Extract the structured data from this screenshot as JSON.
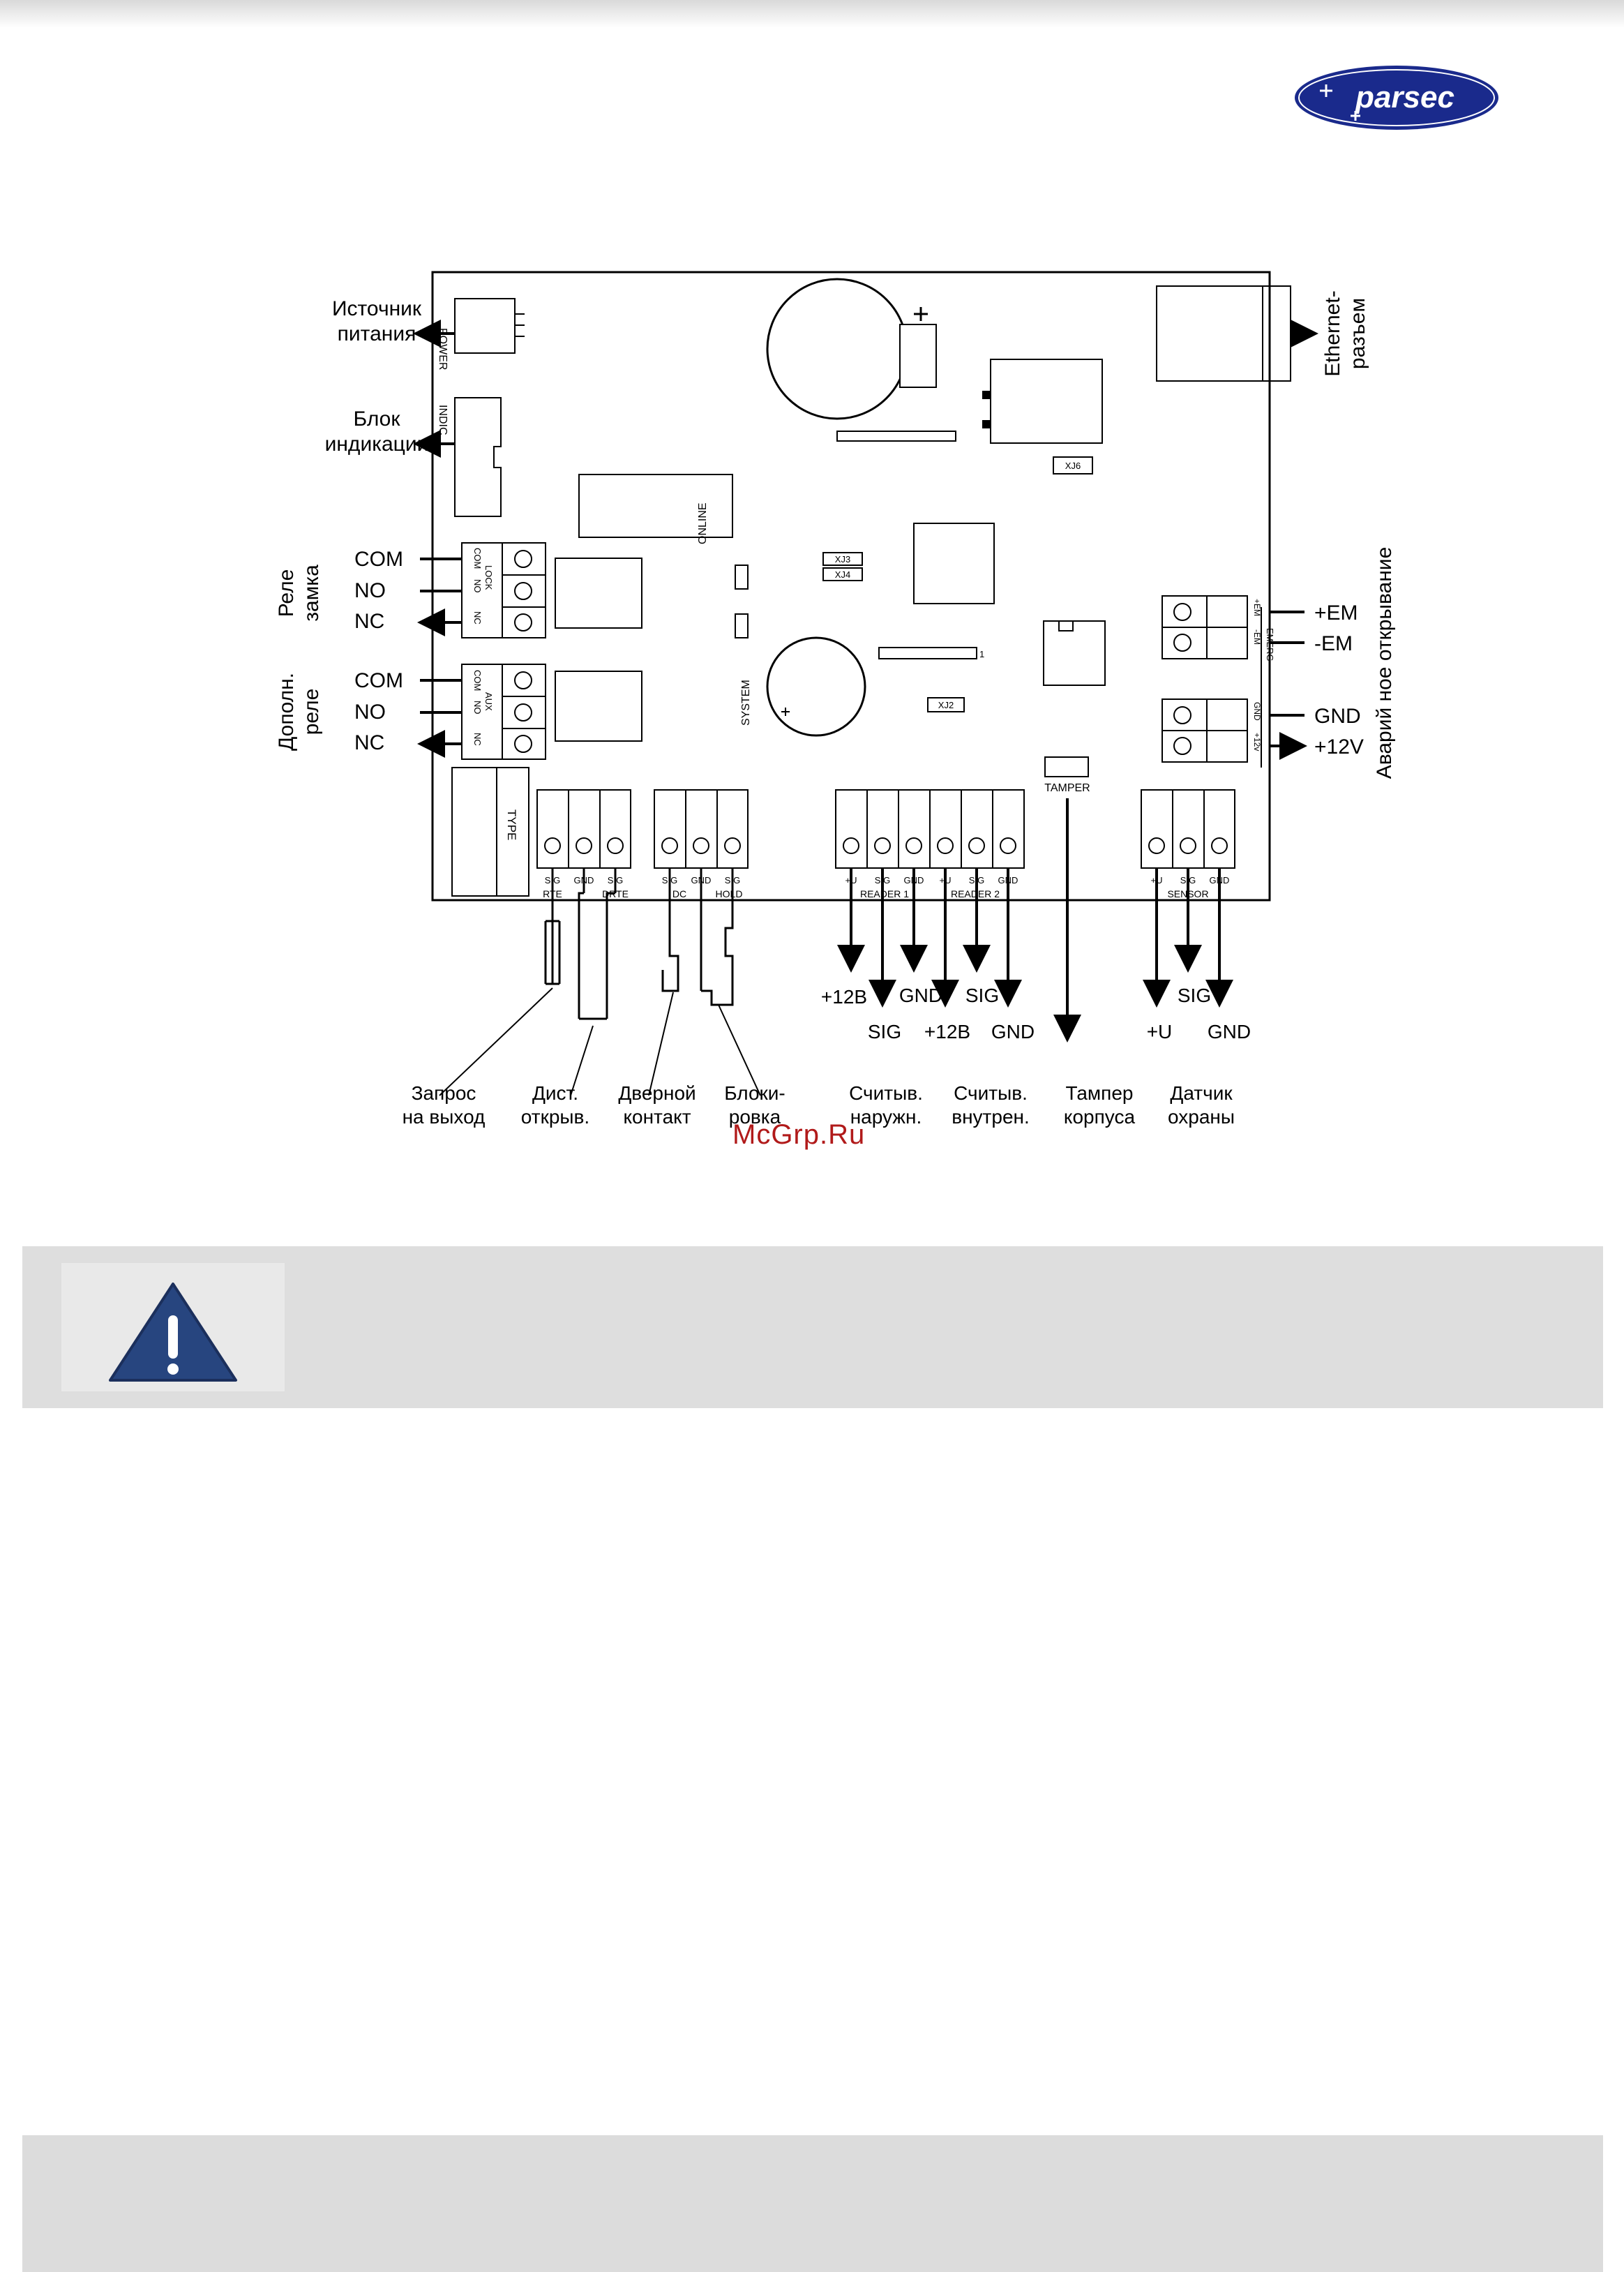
{
  "logo": {
    "text": "parsec"
  },
  "watermark": "McGrp.Ru",
  "board": {
    "silk": {
      "power": "POWER",
      "indic": "INDIC",
      "online": "ONLINE",
      "system": "SYSTEM",
      "xj3": "XJ3",
      "xj4": "XJ4",
      "xj6": "XJ6",
      "xj2": "XJ2",
      "pin1": "1",
      "tamper": "TAMPER",
      "type": "TYPE",
      "lock_com": "COM",
      "lock_no": "NO",
      "lock_nc": "NC",
      "lock": "LOCK",
      "aux_com": "COM",
      "aux_no": "NO",
      "aux_nc": "NC",
      "aux": "AUX",
      "emerg_em_plus": "+EM",
      "emerg_em_minus": "-EM",
      "emerg": "EMERG",
      "emerg_gnd": "GND",
      "emerg_12v": "+12v"
    },
    "bottom_terminals": {
      "rte": {
        "pins": [
          "SIG",
          "GND"
        ],
        "label": "RTE"
      },
      "drte": {
        "pins": [
          "SIG"
        ],
        "label": "DRTE"
      },
      "dc": {
        "pins": [
          "SIG"
        ],
        "label": "DC"
      },
      "hold": {
        "pins": [
          "GND",
          "SIG"
        ],
        "label": "HOLD"
      },
      "reader1": {
        "pins": [
          "+U",
          "SIG",
          "GND"
        ],
        "label": "READER 1"
      },
      "reader2": {
        "pins": [
          "+U",
          "SIG",
          "GND"
        ],
        "label": "READER 2"
      },
      "sensor": {
        "pins": [
          "+U",
          "SIG",
          "GND"
        ],
        "label": "SENSOR"
      }
    }
  },
  "labels": {
    "power_source": [
      "Источник",
      "питания"
    ],
    "indicator_block": [
      "Блок",
      "индикации"
    ],
    "lock_relay": [
      "Реле",
      "замка"
    ],
    "aux_relay": [
      "Дополн.",
      "реле"
    ],
    "relay_pins": [
      "COM",
      "NO",
      "NC"
    ],
    "ethernet": [
      "Ethernet-",
      "разъем"
    ],
    "emergency": "Аварий ное открывание",
    "emerg_pins": [
      "+EM",
      "-EM",
      "GND",
      "+12V"
    ],
    "exit_request": [
      "Запрос",
      "на выход"
    ],
    "remote_open": [
      "Дист.",
      "открыв."
    ],
    "door_contact": [
      "Дверной",
      "контакт"
    ],
    "blocking": [
      "Блоки-",
      "ровка"
    ],
    "reader_ext": [
      "Считыв.",
      "наружн."
    ],
    "reader_int": [
      "Считыв.",
      "внутрен."
    ],
    "tamper_case": [
      "Тампер",
      "корпуса"
    ],
    "alarm_sensor": [
      "Датчик",
      "охраны"
    ],
    "reader1_wires": {
      "plus12": "+12В",
      "sig": "SIG",
      "gnd": "GND"
    },
    "reader2_wires": {
      "plus12": "+12В",
      "sig": "SIG",
      "gnd": "GND"
    },
    "sensor_wires": {
      "plus_u": "+U",
      "sig": "SIG",
      "gnd": "GND"
    }
  },
  "colors": {
    "logo_blue": "#1a2a8c",
    "warning_blue": "#27457f",
    "note_bg": "#dedede"
  }
}
